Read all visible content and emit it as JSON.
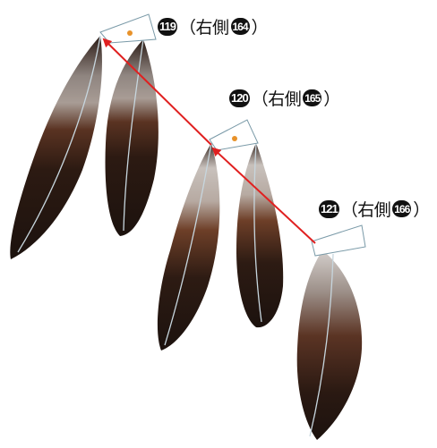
{
  "labels": [
    {
      "number": "119",
      "prefix": "（右側",
      "ref": "164",
      "suffix": "）"
    },
    {
      "number": "120",
      "prefix": "（右側",
      "ref": "165",
      "suffix": "）"
    },
    {
      "number": "121",
      "prefix": "（右側",
      "ref": "166",
      "suffix": "）"
    }
  ],
  "colors": {
    "arrow": "#e02020",
    "dot": "#e8922a",
    "feather_dark": "#241510",
    "feather_brown": "#6a3d27",
    "feather_light": "#c9c3bf",
    "tag_fill": "#ffffff",
    "tag_stroke": "#7a9aa8"
  }
}
